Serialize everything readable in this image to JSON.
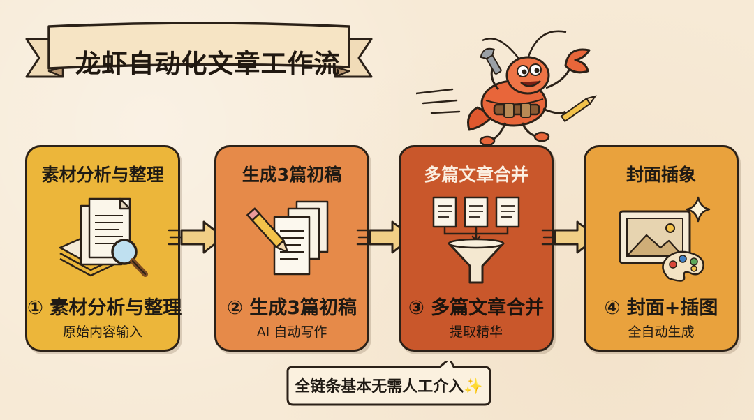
{
  "title": "龙虾自动化文章工作流",
  "steps": [
    {
      "header": "素材分析与整理",
      "label": "① 素材分析与整理",
      "desc": "原始内容输入",
      "icon": "documents-magnifier-icon"
    },
    {
      "header": "生成3篇初稿",
      "label": "② 生成3篇初稿",
      "desc": "AI 自动写作",
      "icon": "pencil-drafts-icon"
    },
    {
      "header": "多篇文章合并",
      "label": "③ 多篇文章合并",
      "desc": "提取精华",
      "icon": "documents-funnel-icon"
    },
    {
      "header": "封面插象",
      "label": "④ 封面+插图",
      "desc": "全自动生成",
      "icon": "image-palette-icon"
    }
  ],
  "footer": "全链条基本无需人工介入✨",
  "colors": {
    "background": "#f7ead6",
    "step1": "#ecb63a",
    "step2": "#e68a49",
    "step3": "#c9572b",
    "step4": "#e9a23d",
    "outline": "#2b2118"
  }
}
